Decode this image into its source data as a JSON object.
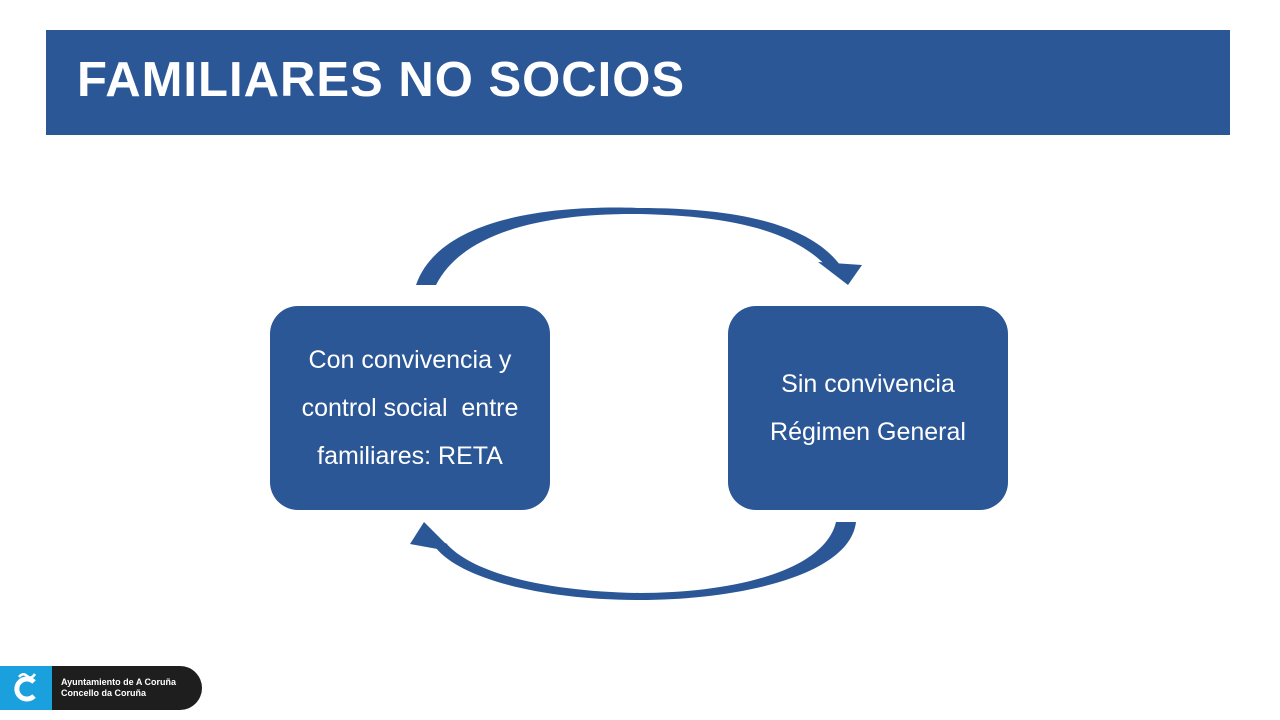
{
  "title": "FAMILIARES NO SOCIOS",
  "boxes": {
    "left": [
      "Con convivencia y",
      "control social  entre",
      "familiares: RETA"
    ],
    "right": [
      "Sin convivencia",
      "Régimen General"
    ]
  },
  "logo": {
    "line1": "Ayuntamiento de A Coruña",
    "line2": "Concello da Coruña"
  },
  "colors": {
    "accent": "#2c5797",
    "logo_mark": "#1aa0dc",
    "logo_bg": "#1e1e1e"
  }
}
